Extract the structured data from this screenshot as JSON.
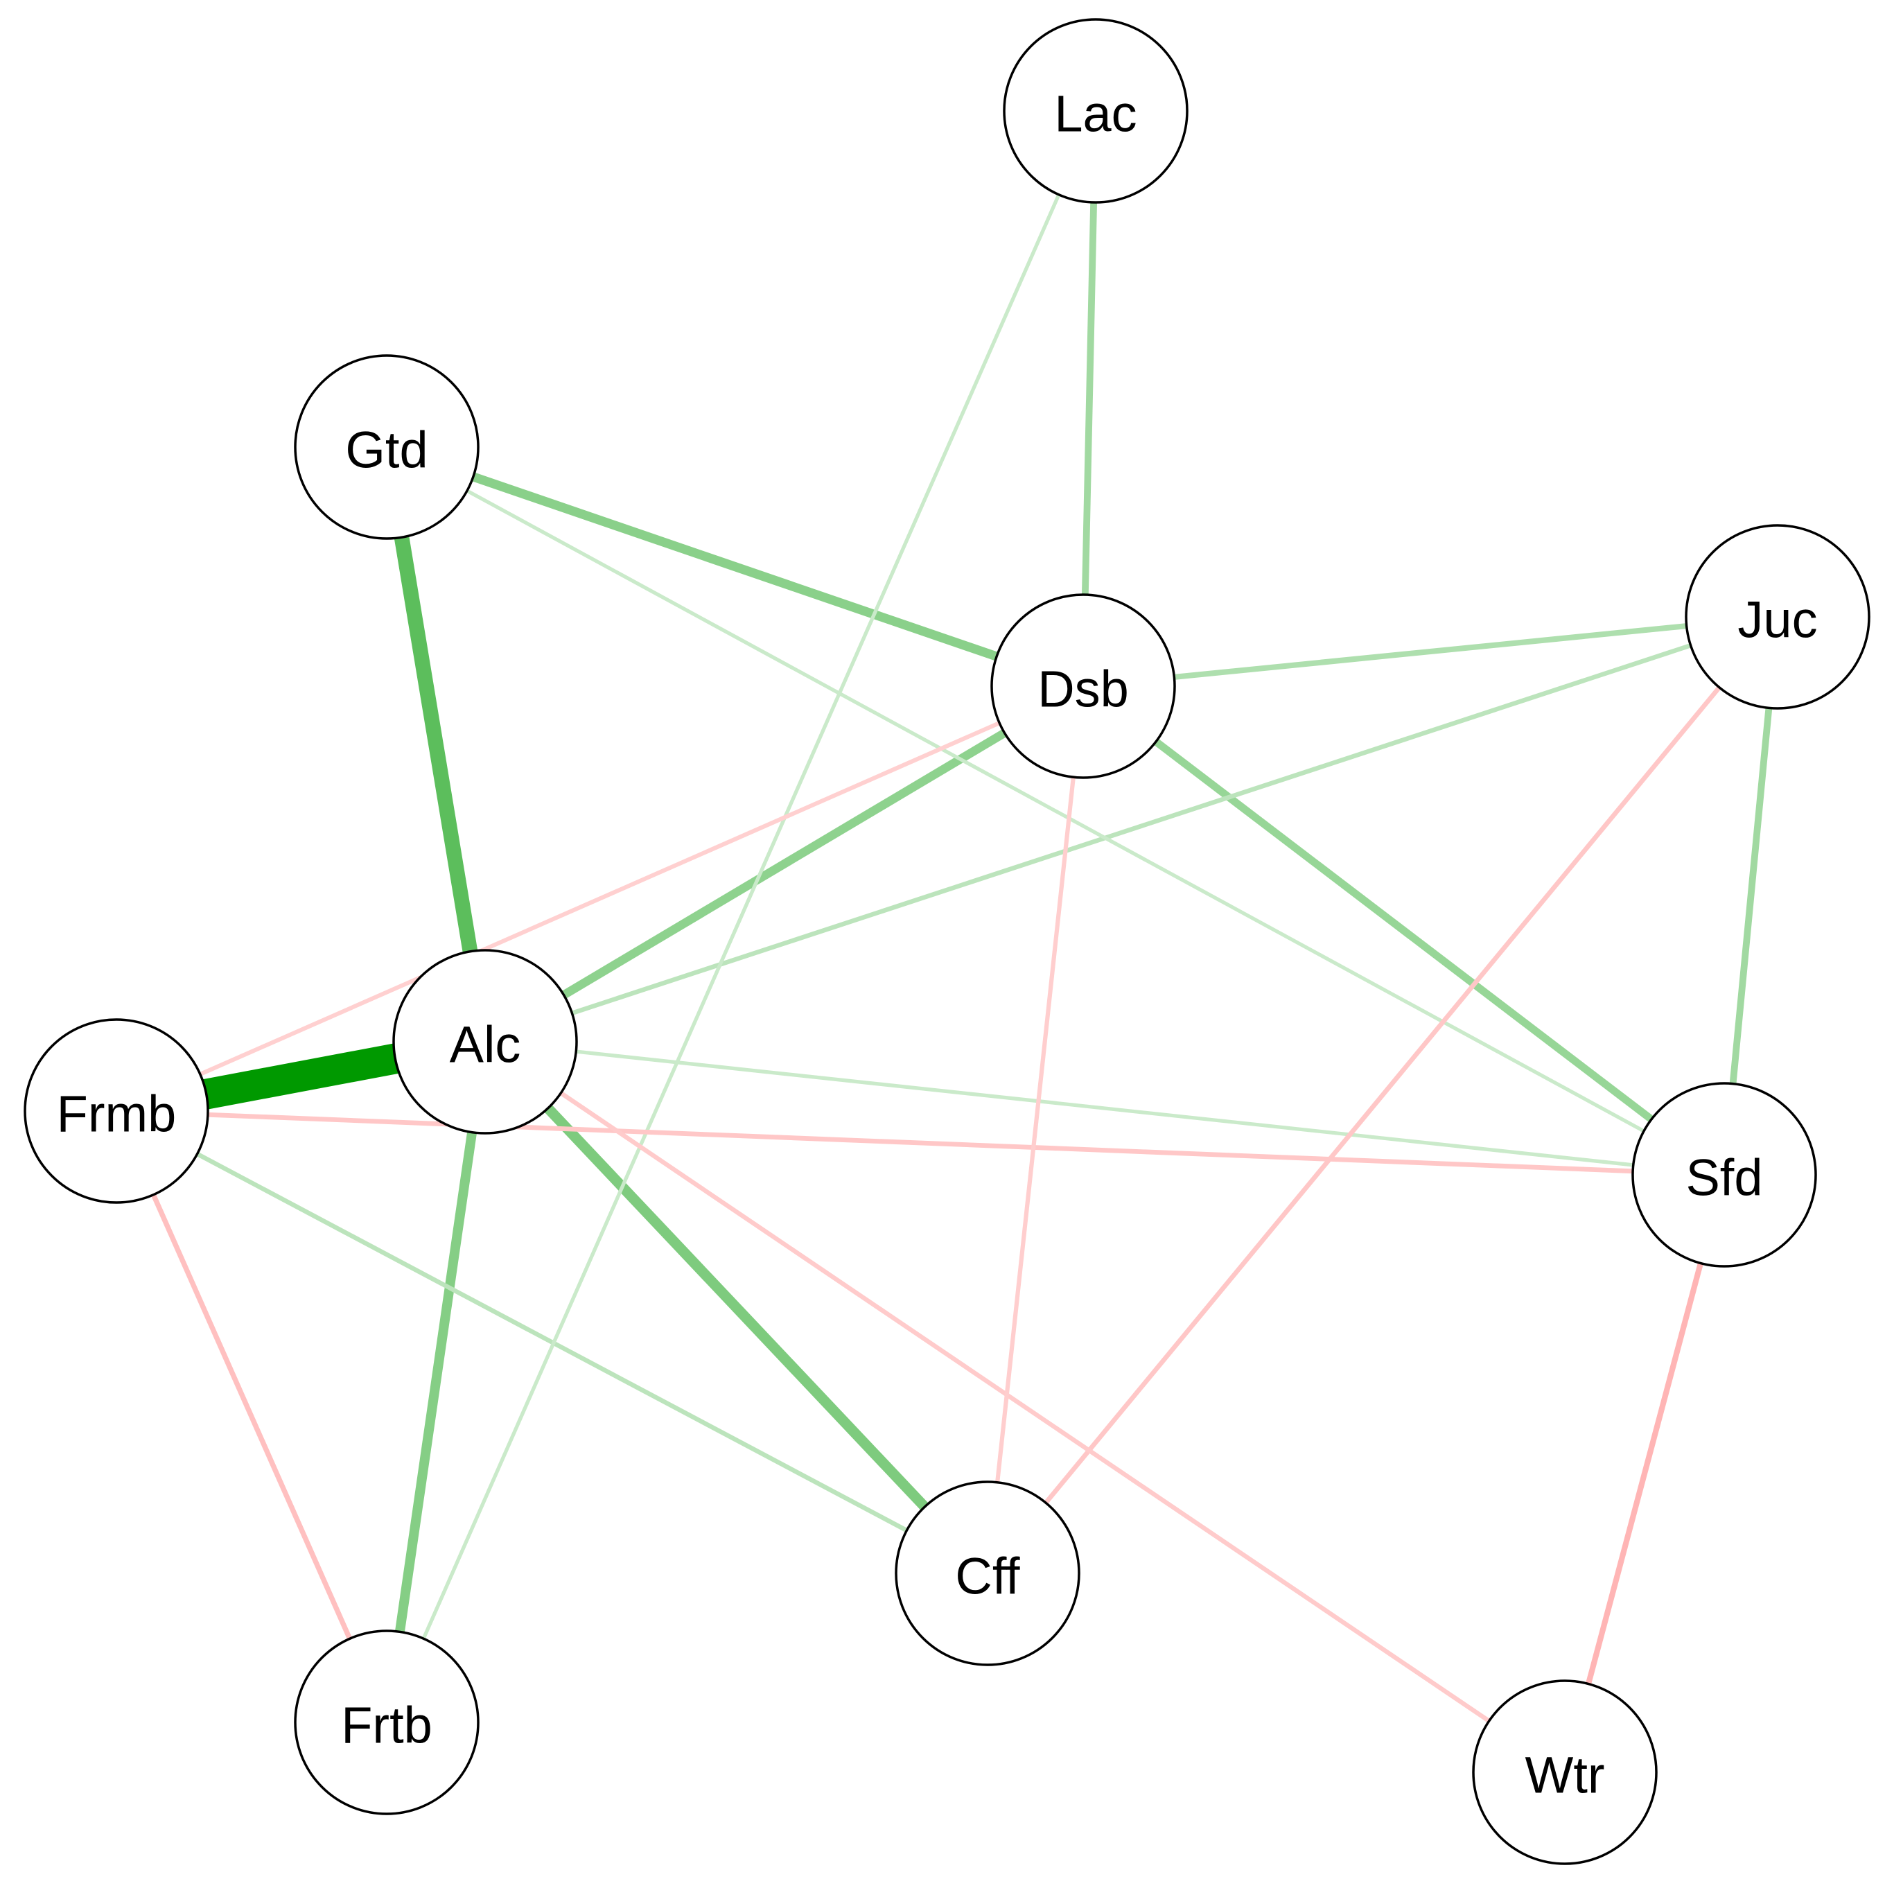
{
  "diagram": {
    "nodes": [
      {
        "id": "Lac",
        "label": "Lac"
      },
      {
        "id": "Gtd",
        "label": "Gtd"
      },
      {
        "id": "Dsb",
        "label": "Dsb"
      },
      {
        "id": "Juc",
        "label": "Juc"
      },
      {
        "id": "Alc",
        "label": "Alc"
      },
      {
        "id": "Frmb",
        "label": "Frmb"
      },
      {
        "id": "Sfd",
        "label": "Sfd"
      },
      {
        "id": "Cff",
        "label": "Cff"
      },
      {
        "id": "Frtb",
        "label": "Frtb"
      },
      {
        "id": "Wtr",
        "label": "Wtr"
      }
    ],
    "edges": [
      {
        "source": "Frmb",
        "target": "Alc",
        "sign": "positive",
        "strength": 1.0
      },
      {
        "source": "Gtd",
        "target": "Alc",
        "sign": "positive",
        "strength": 0.6
      },
      {
        "source": "Alc",
        "target": "Cff",
        "sign": "positive",
        "strength": 0.45
      },
      {
        "source": "Alc",
        "target": "Frtb",
        "sign": "positive",
        "strength": 0.42
      },
      {
        "source": "Gtd",
        "target": "Dsb",
        "sign": "positive",
        "strength": 0.4
      },
      {
        "source": "Dsb",
        "target": "Alc",
        "sign": "positive",
        "strength": 0.38
      },
      {
        "source": "Dsb",
        "target": "Sfd",
        "sign": "positive",
        "strength": 0.34
      },
      {
        "source": "Lac",
        "target": "Dsb",
        "sign": "positive",
        "strength": 0.3
      },
      {
        "source": "Juc",
        "target": "Sfd",
        "sign": "positive",
        "strength": 0.3
      },
      {
        "source": "Dsb",
        "target": "Juc",
        "sign": "positive",
        "strength": 0.24
      },
      {
        "source": "Juc",
        "target": "Alc",
        "sign": "positive",
        "strength": 0.18
      },
      {
        "source": "Frmb",
        "target": "Cff",
        "sign": "positive",
        "strength": 0.18
      },
      {
        "source": "Gtd",
        "target": "Sfd",
        "sign": "positive",
        "strength": 0.12
      },
      {
        "source": "Alc",
        "target": "Sfd",
        "sign": "positive",
        "strength": 0.12
      },
      {
        "source": "Lac",
        "target": "Frtb",
        "sign": "positive",
        "strength": 0.12
      },
      {
        "source": "Sfd",
        "target": "Wtr",
        "sign": "negative",
        "strength": 0.3
      },
      {
        "source": "Frmb",
        "target": "Frtb",
        "sign": "negative",
        "strength": 0.24
      },
      {
        "source": "Juc",
        "target": "Cff",
        "sign": "negative",
        "strength": 0.2
      },
      {
        "source": "Frmb",
        "target": "Sfd",
        "sign": "negative",
        "strength": 0.2
      },
      {
        "source": "Alc",
        "target": "Wtr",
        "sign": "negative",
        "strength": 0.18
      },
      {
        "source": "Dsb",
        "target": "Cff",
        "sign": "negative",
        "strength": 0.16
      },
      {
        "source": "Dsb",
        "target": "Frmb",
        "sign": "negative",
        "strength": 0.15
      }
    ],
    "colors": {
      "positive": "#009900",
      "negative": "#ff9a9a",
      "node_fill": "#ffffff",
      "node_stroke": "#000000"
    }
  }
}
